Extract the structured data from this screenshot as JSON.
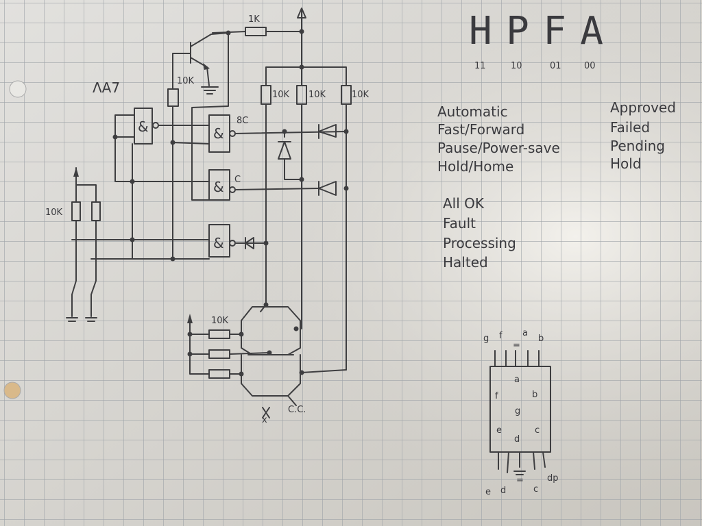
{
  "diagram": {
    "chip_label": "ΛA7",
    "resistors": {
      "top": "1K",
      "base": "10K",
      "pullups": [
        "10K",
        "10K",
        "10K"
      ],
      "left": "10K",
      "segment": "10K"
    },
    "gate_marks": [
      "8C",
      "C"
    ],
    "display_labels": {
      "cross": "x",
      "common": "C.C."
    },
    "seven_seg_word": "HPFA",
    "codes": [
      "11",
      "10",
      "01",
      "00"
    ],
    "modes_left": [
      "Automatic",
      "Fast/Forward",
      "Pause/Power-save",
      "Hold/Home"
    ],
    "modes_right": [
      "Approved",
      "Failed",
      "Pending",
      "Hold"
    ],
    "status": [
      "All OK",
      "Fault",
      "Processing",
      "Halted"
    ],
    "pinout": {
      "top_pins": [
        "g",
        "f",
        "=",
        "a",
        "b"
      ],
      "segments": [
        "a",
        "f",
        "b",
        "g",
        "e",
        "c",
        "d"
      ],
      "bottom_pins": [
        "e",
        "d",
        "=",
        "c",
        "dp"
      ]
    }
  }
}
